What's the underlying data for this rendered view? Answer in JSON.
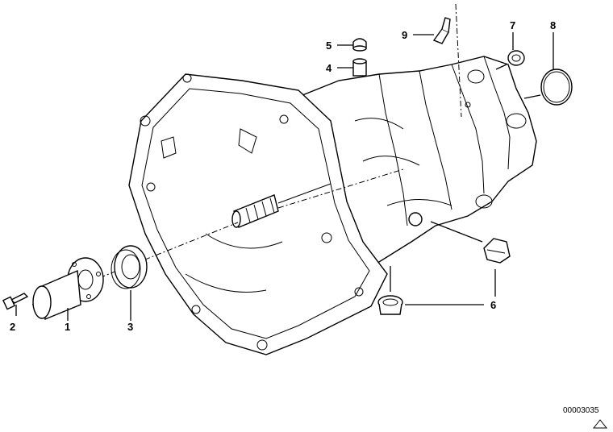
{
  "callouts": {
    "c1": "1",
    "c2": "2",
    "c3": "3",
    "c4": "4",
    "c5": "5",
    "c6": "6",
    "c7": "7",
    "c8": "8",
    "c9": "9"
  },
  "reference_number": "00003035",
  "icons": {
    "corner_mark": "triangle-outline-icon"
  }
}
